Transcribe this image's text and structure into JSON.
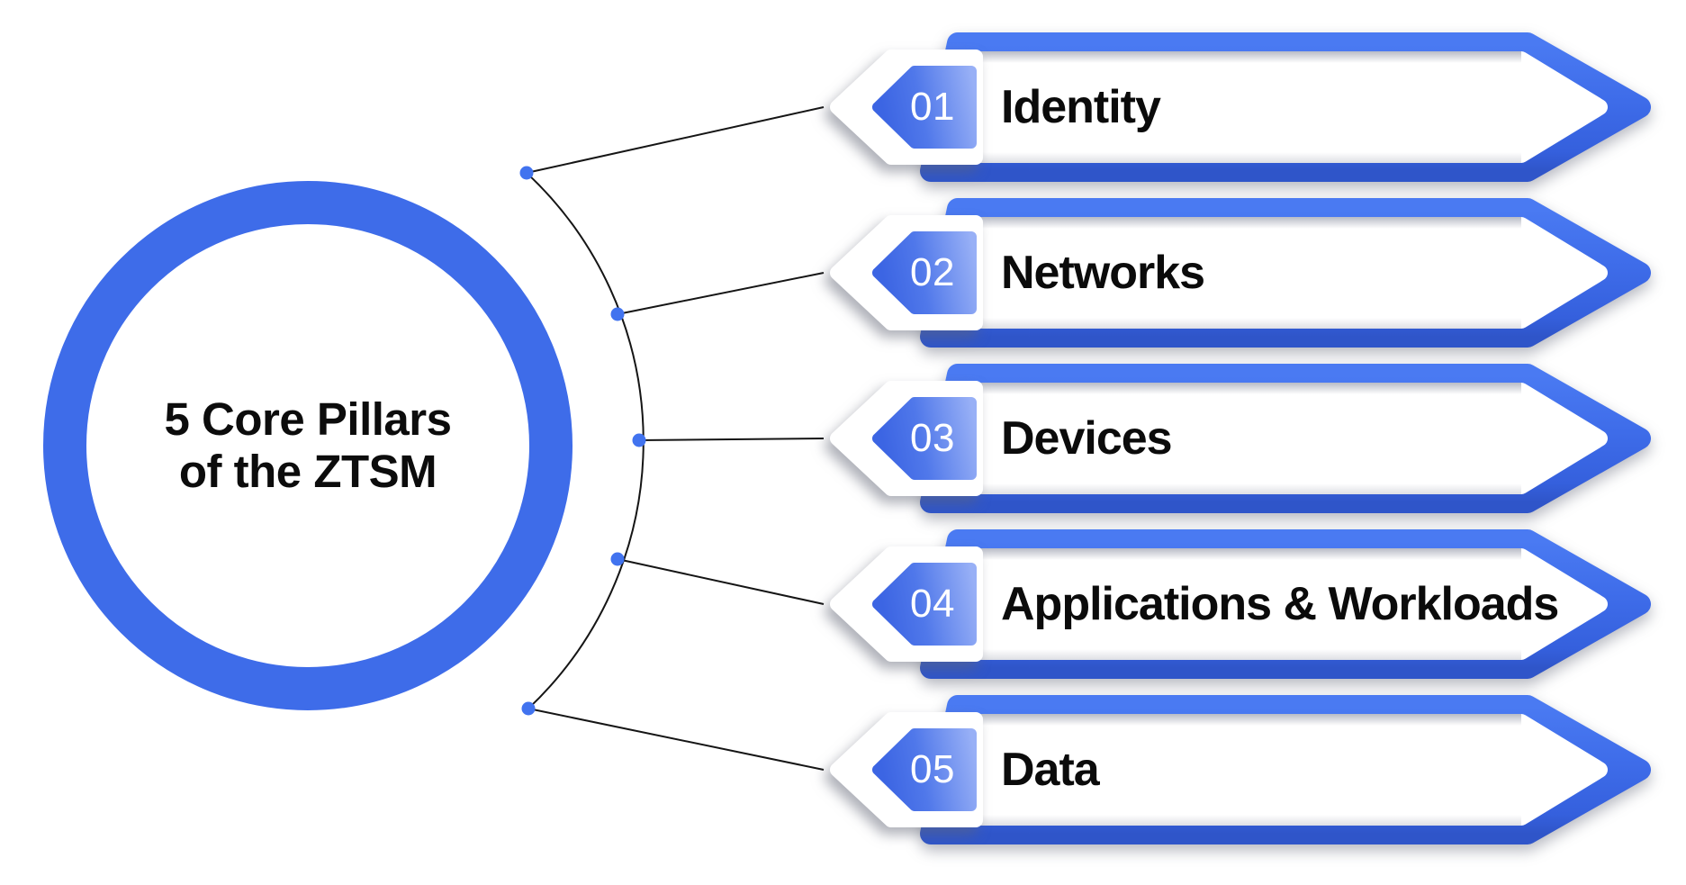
{
  "title": {
    "line1": "5 Core Pillars",
    "line2": "of the ZTSM"
  },
  "pillars": [
    {
      "number": "01",
      "label": "Identity"
    },
    {
      "number": "02",
      "label": "Networks"
    },
    {
      "number": "03",
      "label": "Devices"
    },
    {
      "number": "04",
      "label": "Applications & Workloads"
    },
    {
      "number": "05",
      "label": "Data"
    }
  ],
  "colors": {
    "primary_blue": "#3E6CE9",
    "badge_gradient_start": "#3C65E3",
    "badge_gradient_end": "#98B0F6",
    "connector_line": "#151515",
    "dot_blue": "#4173EF",
    "text_black": "#0B0B0B"
  }
}
